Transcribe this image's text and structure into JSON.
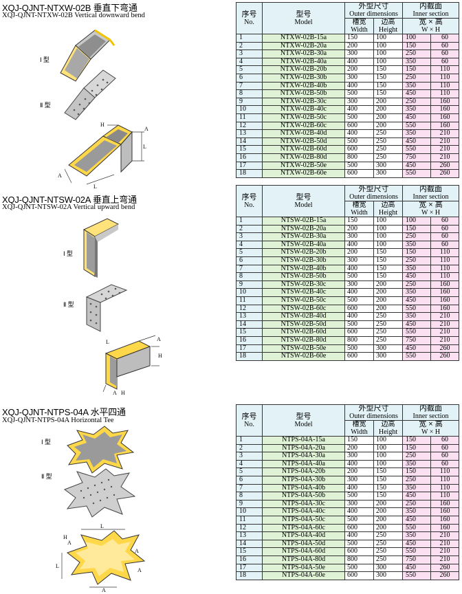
{
  "headers": {
    "no_cn": "序号",
    "no_en": "No.",
    "model_cn": "型号",
    "model_en": "Model",
    "outer_cn": "外型尺寸",
    "outer_en": "Outer dimensions",
    "width_cn": "槽宽",
    "width_en": "Width",
    "height_cn": "边高",
    "height_en": "Height",
    "inner_cn": "内截面",
    "inner_en": "Inner section",
    "wh_cn": "宽 × 高",
    "wh_en": "W × H"
  },
  "type_labels": {
    "t1": "Ⅰ 型",
    "t2": "Ⅱ 型"
  },
  "dimension_labels": {
    "H": "H",
    "A": "A",
    "L": "L"
  },
  "sections": [
    {
      "title": "XQJ-QJNT-NTXW-02B 垂直下弯通",
      "subtitle": "XQJ-QJNT-NTXW-02B Vertical downward bend",
      "rows": [
        [
          "1",
          "NTXW-02B-15a",
          "150",
          "100",
          "100",
          "60"
        ],
        [
          "2",
          "NTXW-02B-20a",
          "200",
          "100",
          "150",
          "60"
        ],
        [
          "3",
          "NTXW-02B-30a",
          "300",
          "100",
          "250",
          "60"
        ],
        [
          "4",
          "NTXW-02B-40a",
          "400",
          "100",
          "350",
          "60"
        ],
        [
          "5",
          "NTXW-02B-20b",
          "200",
          "150",
          "150",
          "110"
        ],
        [
          "6",
          "NTXW-02B-30b",
          "300",
          "150",
          "250",
          "110"
        ],
        [
          "7",
          "NTXW-02B-40b",
          "400",
          "150",
          "350",
          "110"
        ],
        [
          "8",
          "NTXW-02B-50b",
          "500",
          "150",
          "450",
          "110"
        ],
        [
          "9",
          "NTXW-02B-30c",
          "300",
          "200",
          "250",
          "160"
        ],
        [
          "10",
          "NTXW-02B-40c",
          "400",
          "200",
          "350",
          "160"
        ],
        [
          "11",
          "NTXW-02B-50c",
          "500",
          "200",
          "450",
          "160"
        ],
        [
          "12",
          "NTXW-02B-60c",
          "600",
          "200",
          "550",
          "160"
        ],
        [
          "13",
          "NTXW-02B-40d",
          "400",
          "250",
          "350",
          "210"
        ],
        [
          "14",
          "NTXW-02B-50d",
          "500",
          "250",
          "450",
          "210"
        ],
        [
          "15",
          "NTXW-02B-60d",
          "600",
          "250",
          "550",
          "210"
        ],
        [
          "16",
          "NTXW-02B-80d",
          "800",
          "250",
          "750",
          "210"
        ],
        [
          "17",
          "NTXW-02B-50e",
          "500",
          "300",
          "450",
          "260"
        ],
        [
          "18",
          "NTXW-02B-60e",
          "600",
          "300",
          "550",
          "260"
        ]
      ]
    },
    {
      "title": "XQJ-QJNT-NTSW-02A 垂直上弯通",
      "subtitle": "XQJ-QJNT-NTSW-02A Vertical upward bend",
      "rows": [
        [
          "1",
          "NTSW-02B-15a",
          "150",
          "100",
          "100",
          "60"
        ],
        [
          "2",
          "NTSW-02B-20a",
          "200",
          "100",
          "150",
          "60"
        ],
        [
          "3",
          "NTSW-02B-30a",
          "300",
          "100",
          "250",
          "60"
        ],
        [
          "4",
          "NTSW-02B-40a",
          "400",
          "100",
          "350",
          "60"
        ],
        [
          "5",
          "NTSW-02B-20b",
          "200",
          "150",
          "150",
          "110"
        ],
        [
          "6",
          "NTSW-02B-30b",
          "300",
          "150",
          "250",
          "110"
        ],
        [
          "7",
          "NTSW-02B-40b",
          "400",
          "150",
          "350",
          "110"
        ],
        [
          "8",
          "NTSW-02B-50b",
          "500",
          "150",
          "450",
          "110"
        ],
        [
          "9",
          "NTSW-02B-30c",
          "300",
          "200",
          "250",
          "160"
        ],
        [
          "10",
          "NTSW-02B-40c",
          "400",
          "200",
          "350",
          "160"
        ],
        [
          "11",
          "NTSW-02B-50c",
          "500",
          "200",
          "450",
          "160"
        ],
        [
          "12",
          "NTSW-02B-60c",
          "600",
          "200",
          "550",
          "160"
        ],
        [
          "13",
          "NTSW-02B-40d",
          "400",
          "250",
          "350",
          "210"
        ],
        [
          "14",
          "NTSW-02B-50d",
          "500",
          "250",
          "450",
          "210"
        ],
        [
          "15",
          "NTSW-02B-60d",
          "600",
          "250",
          "550",
          "210"
        ],
        [
          "16",
          "NTSW-02B-80d",
          "800",
          "250",
          "750",
          "210"
        ],
        [
          "17",
          "NTSW-02B-50e",
          "500",
          "300",
          "450",
          "260"
        ],
        [
          "18",
          "NTSW-02B-60e",
          "600",
          "300",
          "550",
          "260"
        ]
      ]
    },
    {
      "title": "XQJ-QJNT-NTPS-04A 水平四通",
      "subtitle": "XQJ-QJNT-NTPS-04A Horizontal Tee",
      "rows": [
        [
          "1",
          "NTPS-04A-15a",
          "150",
          "100",
          "150",
          "60"
        ],
        [
          "2",
          "NTPS-04A-20a",
          "200",
          "100",
          "150",
          "60"
        ],
        [
          "3",
          "NTPS-04A-30a",
          "300",
          "100",
          "250",
          "60"
        ],
        [
          "4",
          "NTPS-04A-40a",
          "400",
          "100",
          "350",
          "60"
        ],
        [
          "5",
          "NTPS-04A-20b",
          "200",
          "150",
          "150",
          "110"
        ],
        [
          "6",
          "NTPS-04A-30b",
          "300",
          "150",
          "250",
          "110"
        ],
        [
          "7",
          "NTPS-04A-40b",
          "400",
          "150",
          "350",
          "110"
        ],
        [
          "8",
          "NTPS-04A-50b",
          "500",
          "150",
          "450",
          "110"
        ],
        [
          "9",
          "NTPS-04A-30c",
          "300",
          "200",
          "250",
          "160"
        ],
        [
          "10",
          "NTPS-04A-40c",
          "400",
          "200",
          "350",
          "160"
        ],
        [
          "11",
          "NTPS-04A-50c",
          "500",
          "200",
          "450",
          "160"
        ],
        [
          "12",
          "NTPS-04A-60c",
          "600",
          "200",
          "550",
          "160"
        ],
        [
          "13",
          "NTPS-04A-40d",
          "400",
          "250",
          "350",
          "210"
        ],
        [
          "14",
          "NTPS-04A-50d",
          "500",
          "250",
          "450",
          "210"
        ],
        [
          "15",
          "NTPS-04A-60d",
          "600",
          "250",
          "550",
          "210"
        ],
        [
          "16",
          "NTPS-04A-80d",
          "800",
          "250",
          "750",
          "210"
        ],
        [
          "17",
          "NTPS-04A-50e",
          "500",
          "300",
          "450",
          "260"
        ],
        [
          "18",
          "NTPS-04A-60e",
          "600",
          "300",
          "550",
          "260"
        ]
      ]
    }
  ]
}
